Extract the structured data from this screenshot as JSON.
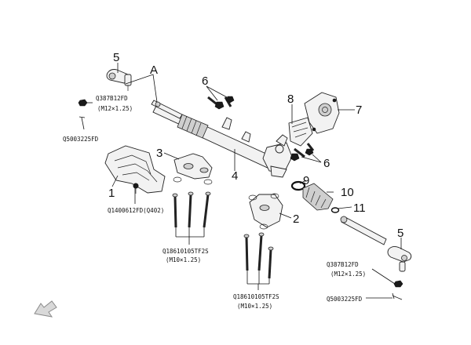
{
  "callouts": {
    "n1": "1",
    "n2": "2",
    "n3": "3",
    "n4": "4",
    "n5_top": "5",
    "n5_bottom": "5",
    "n6_left": "6",
    "n6_right": "6",
    "n7": "7",
    "n8": "8",
    "n9": "9",
    "n10": "10",
    "n11": "11",
    "a": "A"
  },
  "codes": {
    "nut_top": "Q387B12FD",
    "nut_top_spec": "(M12×1.25)",
    "pin_top": "Q5003225FD",
    "cover_bolt": "Q1400612FD(Q402)",
    "bolts_left": "Q18610105TF2S",
    "bolts_left_spec": "(M10×1.25)",
    "bolts_center": "Q18610105TF2S",
    "bolts_center_spec": "(M10×1.25)",
    "nut_bottom": "Q387B12FD",
    "nut_bottom_spec": "(M12×1.25)",
    "pin_bottom": "Q5003225FD"
  },
  "icons": {
    "front_direction": "arrow-icon"
  }
}
